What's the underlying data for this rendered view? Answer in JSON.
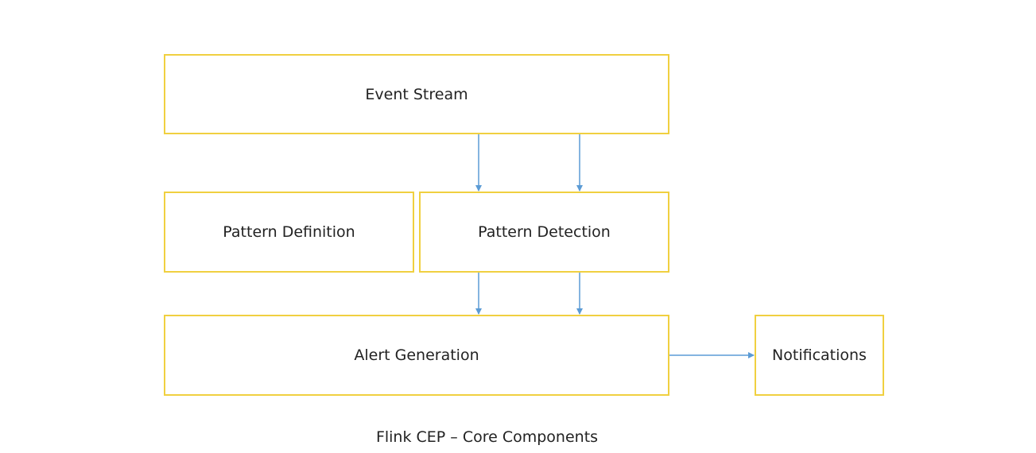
{
  "diagram": {
    "nodes": {
      "event_stream": "Event Stream",
      "pattern_definition": "Pattern Definition",
      "pattern_detection": "Pattern Detection",
      "alert_generation": "Alert Generation",
      "notifications": "Notifications"
    },
    "edges": [
      {
        "from": "Event Stream",
        "to": "Pattern Detection"
      },
      {
        "from": "Event Stream",
        "to": "Pattern Detection"
      },
      {
        "from": "Pattern Detection",
        "to": "Alert Generation"
      },
      {
        "from": "Pattern Detection",
        "to": "Alert Generation"
      },
      {
        "from": "Alert Generation",
        "to": "Notifications"
      }
    ],
    "caption": "Flink CEP – Core Components"
  },
  "colors": {
    "box_border": "#f0d040",
    "arrow": "#5b9bd5",
    "text": "#222222"
  }
}
